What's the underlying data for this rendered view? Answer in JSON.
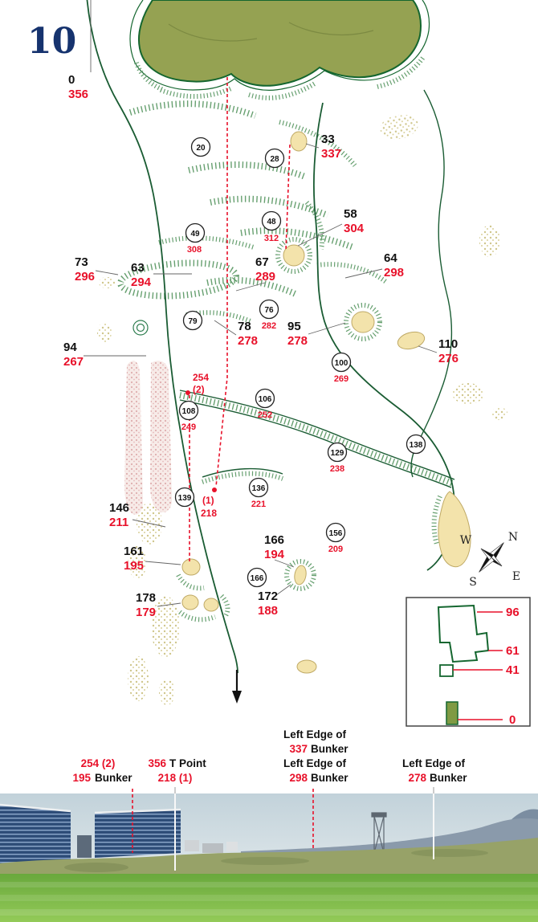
{
  "hole_number": "10",
  "colors": {
    "red": "#e8112a",
    "navy": "#16336e",
    "green_fill": "#95a252",
    "outline_green": "#14662f",
    "sand": "#f3e3ab",
    "pink": "#efd3cf"
  },
  "markers": [
    {
      "black": "0",
      "red": "356"
    },
    {
      "black": "33",
      "red": "337"
    },
    {
      "black": "58",
      "red": "304"
    },
    {
      "black": "64",
      "red": "298"
    },
    {
      "black": "73",
      "red": "296"
    },
    {
      "black": "63",
      "red": "294"
    },
    {
      "black": "67",
      "red": "289"
    },
    {
      "black": "78",
      "red": "278"
    },
    {
      "black": "95",
      "red": "278"
    },
    {
      "black": "110",
      "red": "276"
    },
    {
      "black": "94",
      "red": "267"
    },
    {
      "black": "146",
      "red": "211"
    },
    {
      "black": "161",
      "red": "195"
    },
    {
      "black": "178",
      "red": "179"
    },
    {
      "black": "166",
      "red": "194"
    },
    {
      "black": "172",
      "red": "188"
    }
  ],
  "sprinklers": [
    {
      "value": "20"
    },
    {
      "value": "28"
    },
    {
      "value": "48",
      "red": "312"
    },
    {
      "value": "49",
      "red": "308"
    },
    {
      "value": "76",
      "red": "282"
    },
    {
      "value": "79"
    },
    {
      "value": "100",
      "red": "269"
    },
    {
      "value": "106",
      "red": "252"
    },
    {
      "value": "108",
      "red": "249"
    },
    {
      "value": "129",
      "red": "238"
    },
    {
      "value": "138"
    },
    {
      "value": "136",
      "red": "221"
    },
    {
      "value": "139"
    },
    {
      "value": "156",
      "red": "209"
    },
    {
      "value": "166"
    }
  ],
  "points": [
    {
      "line1": "254",
      "line2": "(2)"
    },
    {
      "line1": "(1)",
      "line2": "218"
    }
  ],
  "compass": {
    "n": "N",
    "e": "E",
    "s": "S",
    "w": "W"
  },
  "legend": {
    "l1": "96",
    "l2": "61",
    "l3": "41",
    "l4": "0"
  },
  "photo": {
    "a1_line1": "254 (2)",
    "a1_red": "195",
    "a1_black": "Bunker",
    "a2_red": "356",
    "a2_black": "T Point",
    "a2_line2": "218 (1)",
    "a3_line1": "Left Edge of",
    "a3_red": "337",
    "a3_black": "Bunker",
    "a3_line3": "Left Edge of",
    "a3_red2": "298",
    "a3_black2": "Bunker",
    "a4_line1": "Left Edge of",
    "a4_red": "278",
    "a4_black": "Bunker"
  }
}
